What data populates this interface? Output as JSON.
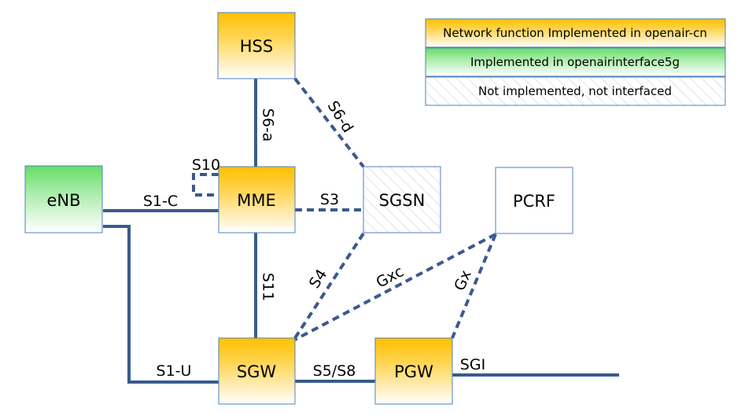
{
  "nodes": {
    "hss": "HSS",
    "mme": "MME",
    "enb": "eNB",
    "sgsn": "SGSN",
    "pcrf": "PCRF",
    "sgw": "SGW",
    "pgw": "PGW"
  },
  "interfaces": {
    "s6a": "S6-a",
    "s6d": "S6-d",
    "s10": "S10",
    "s1c": "S1-C",
    "s3": "S3",
    "s11": "S11",
    "s4": "S4",
    "gxc": "Gxc",
    "gx": "Gx",
    "s1u": "S1-U",
    "s5s8": "S5/S8",
    "sgi": "SGI"
  },
  "legend": {
    "openair_cn": "Network function Implemented in openair-cn",
    "oai5g": "Implemented in openairinterface5g",
    "not_impl": "Not implemented, not interfaced"
  },
  "colors": {
    "line": "#3a5a8c",
    "orange_top": "#ffc000",
    "green_top": "#66dd66",
    "border": "#4f81bd",
    "hatch": "#c8c8c8"
  }
}
